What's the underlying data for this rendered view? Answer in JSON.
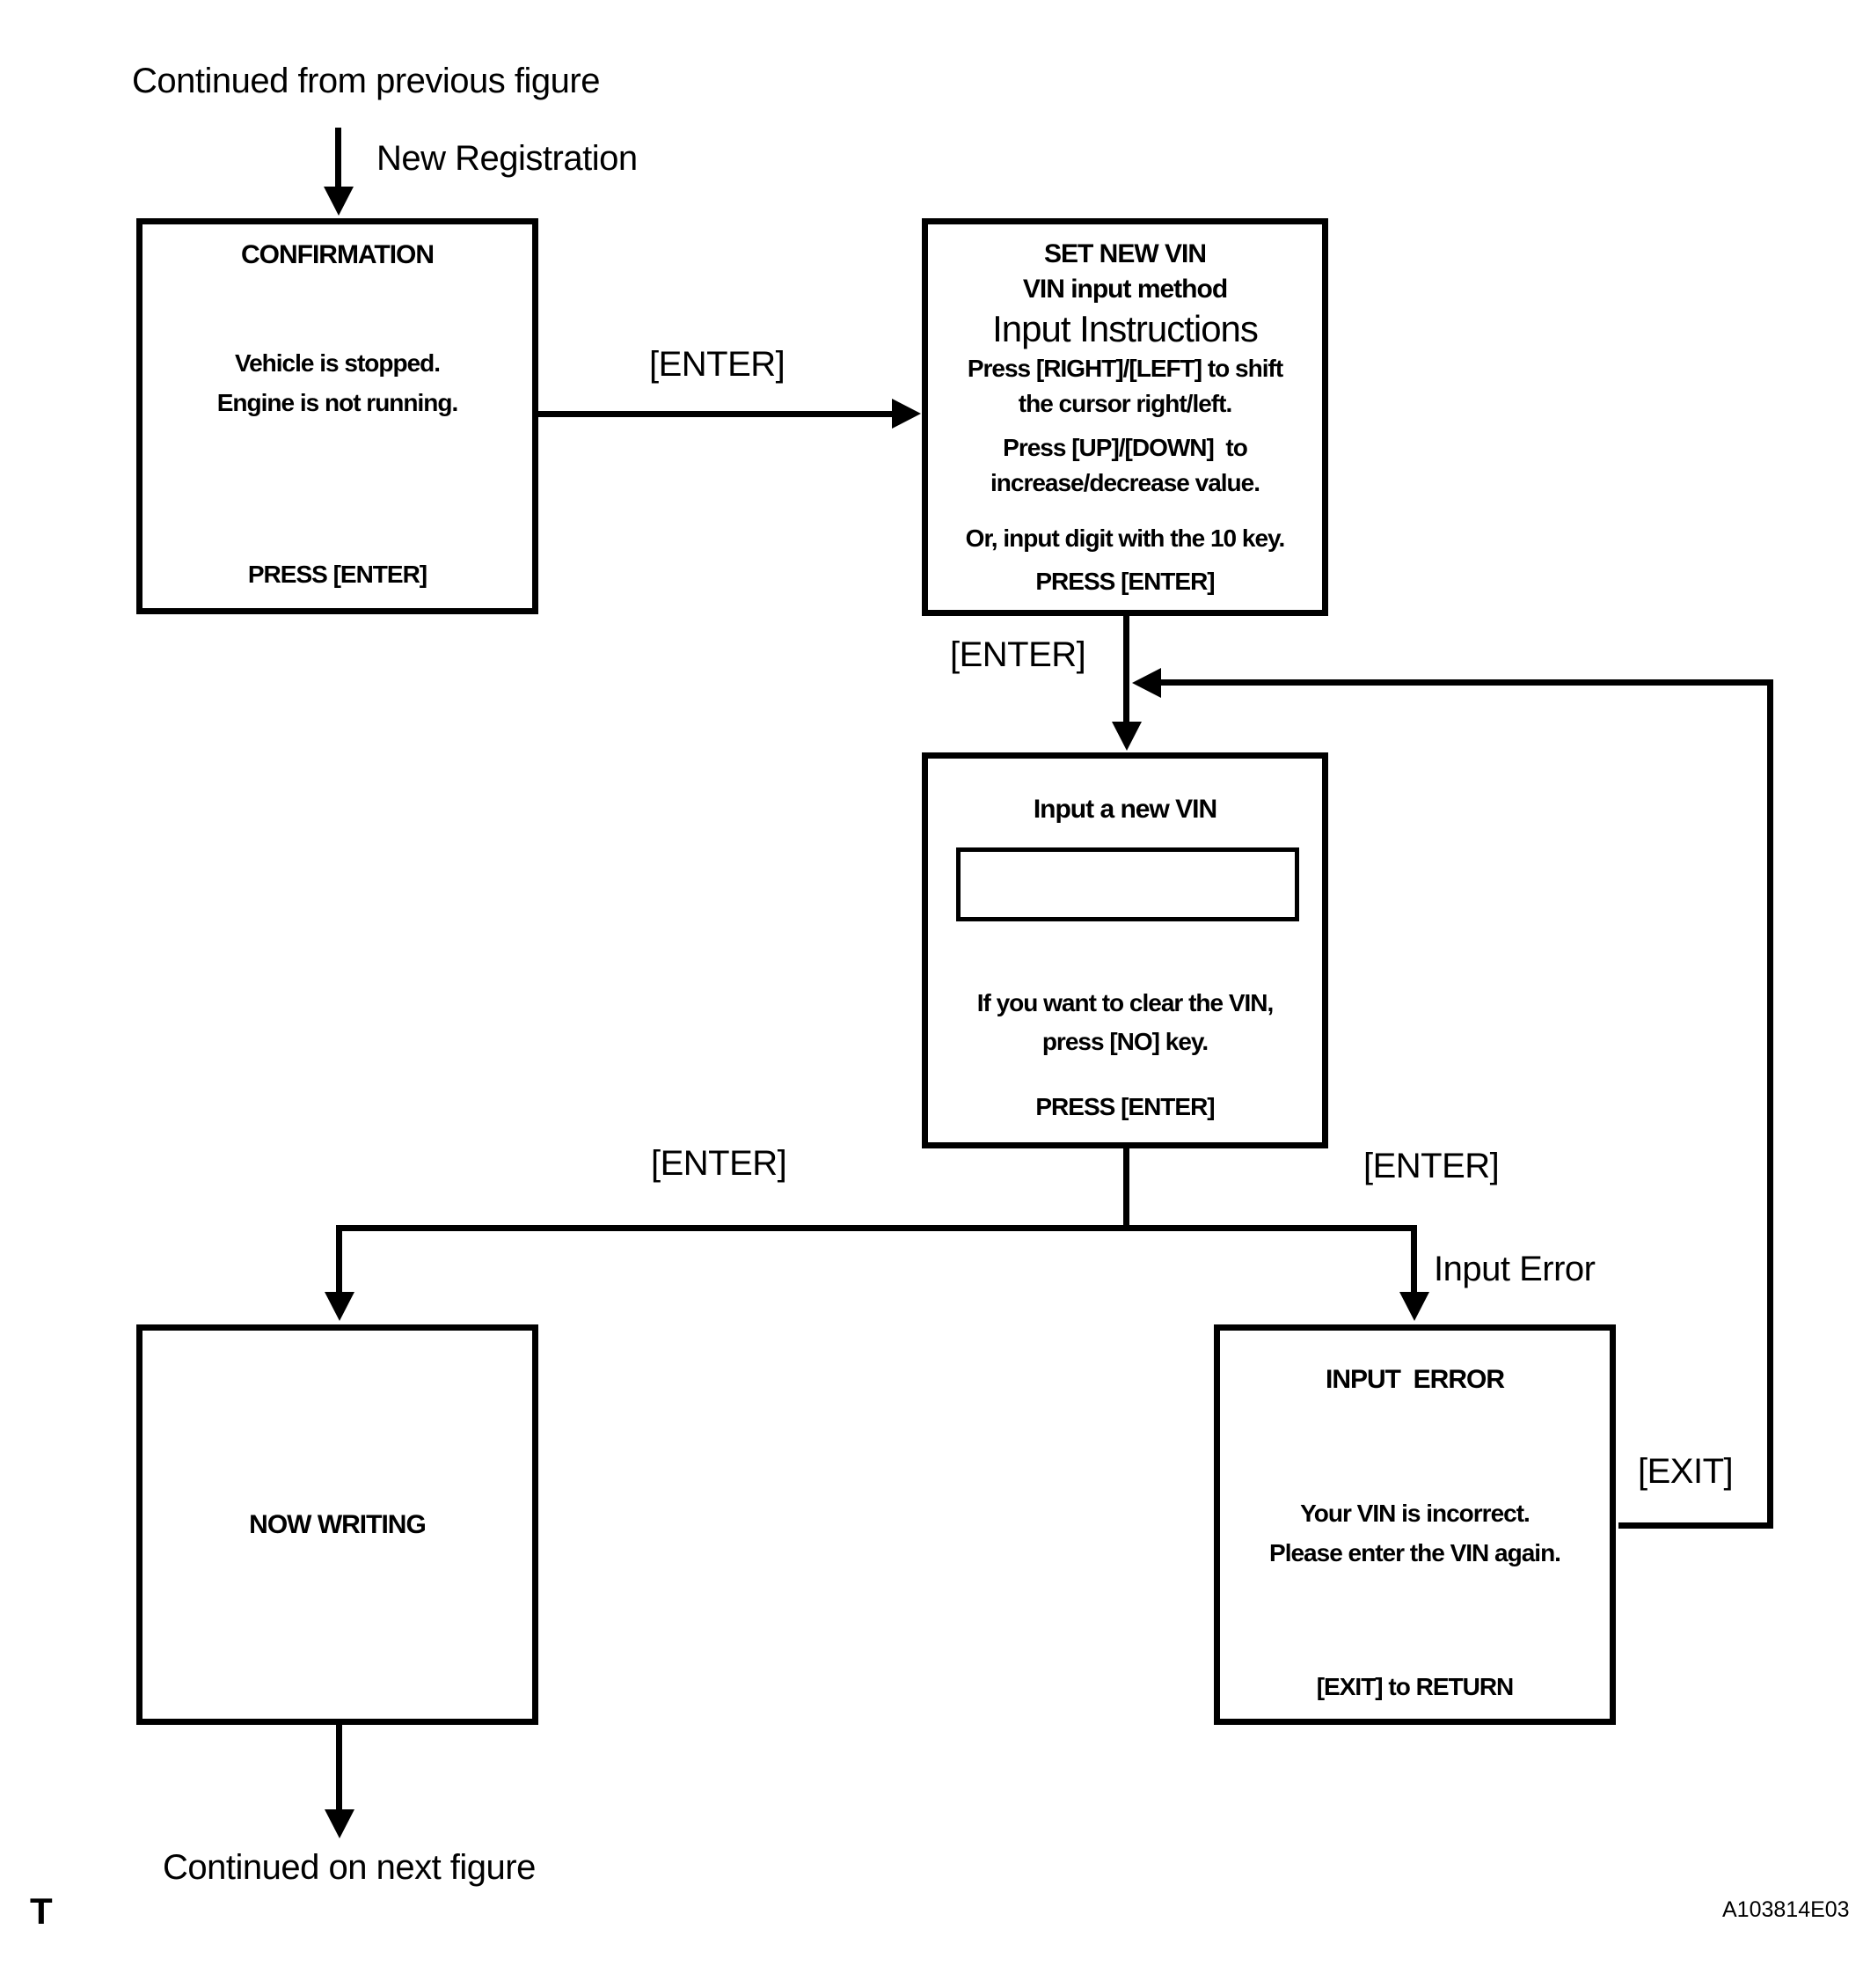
{
  "page": {
    "top_note": "Continued from previous figure",
    "bottom_note": "Continued on next figure",
    "corner_letter": "T",
    "figure_code": "A103814E03",
    "colors": {
      "ink": "#000000",
      "paper": "#ffffff"
    }
  },
  "connectors": {
    "new_registration": "New Registration",
    "enter_1": "[ENTER]",
    "enter_2": "[ENTER]",
    "enter_to_now_writing": "[ENTER]",
    "enter_to_input_error": "[ENTER]",
    "input_error_branch": "Input Error",
    "exit_loop": "[EXIT]"
  },
  "boxes": {
    "confirmation": {
      "title": "CONFIRMATION",
      "line1": "Vehicle is stopped.",
      "line2": "Engine is not running.",
      "footer": "PRESS [ENTER]"
    },
    "set_new_vin": {
      "title": "SET NEW VIN",
      "subtitle": "VIN input method",
      "heading": "Input Instructions",
      "instr1a": "Press [RIGHT]/[LEFT] to shift",
      "instr1b": "the cursor right/left.",
      "instr2a": "Press [UP]/[DOWN]  to",
      "instr2b": "increase/decrease value.",
      "instr3": "Or, input digit with the 10 key.",
      "footer": "PRESS [ENTER]"
    },
    "input_new_vin": {
      "title": "Input a new VIN",
      "field_value": "",
      "note1": "If you want to clear the VIN,",
      "note2": "press [NO] key.",
      "footer": "PRESS [ENTER]"
    },
    "now_writing": {
      "title": "NOW WRITING"
    },
    "input_error": {
      "title": "INPUT  ERROR",
      "line1": "Your VIN is incorrect.",
      "line2": "Please enter the VIN again.",
      "footer": "[EXIT] to RETURN"
    }
  }
}
